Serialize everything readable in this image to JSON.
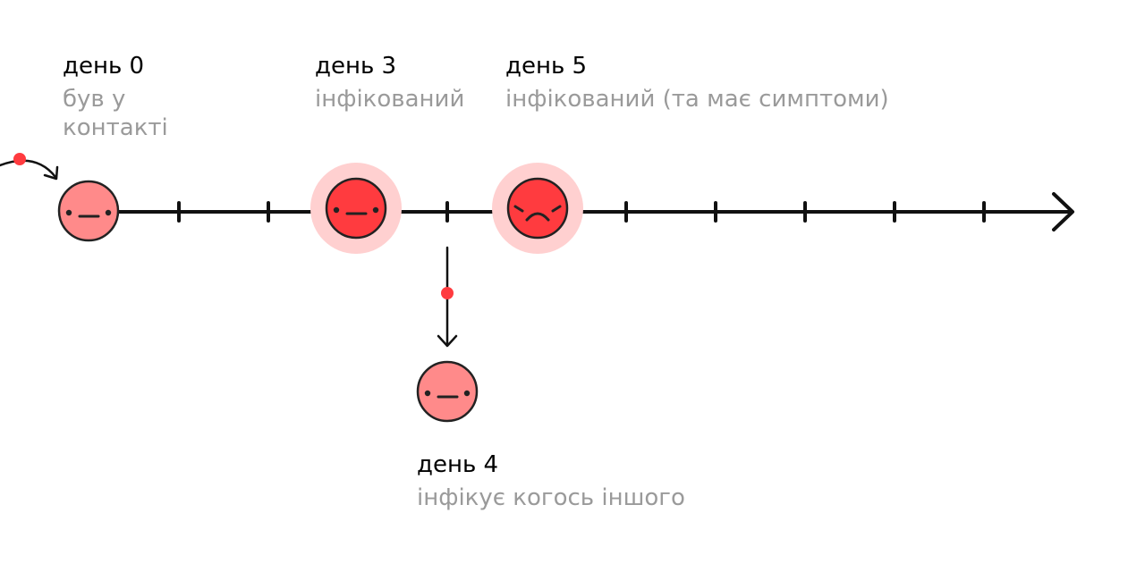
{
  "colors": {
    "axis": "#111111",
    "face_light": "#ff8a8a",
    "face_infected": "#ff3b3f",
    "halo": "#ffd0d0",
    "dot": "#ff3b3f",
    "desc_text": "#9a9a9a"
  },
  "events": {
    "day0": {
      "day": "день 0",
      "desc": "був у\nконтакті",
      "face": "neutral",
      "state": "contact"
    },
    "day3": {
      "day": "день 3",
      "desc": "інфікований",
      "face": "neutral",
      "state": "infected"
    },
    "day4": {
      "day": "день 4",
      "desc": "інфікує когось іншого",
      "face": "neutral",
      "state": "contact"
    },
    "day5": {
      "day": "день 5",
      "desc": "інфікований (та має симптоми)",
      "face": "sad",
      "state": "infected"
    }
  }
}
